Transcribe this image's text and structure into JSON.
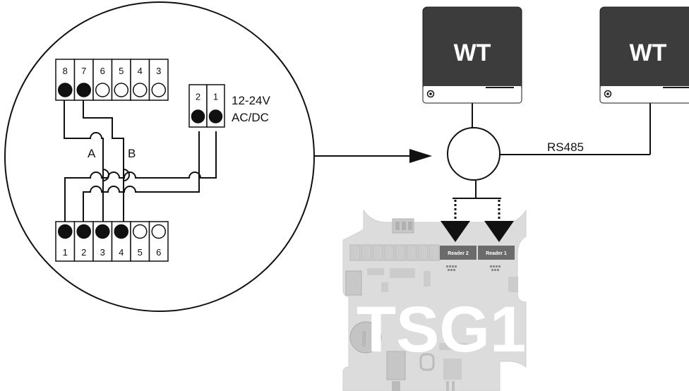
{
  "top_terminal": {
    "numbers": [
      "8",
      "7",
      "6",
      "5",
      "4",
      "3"
    ],
    "filled": [
      true,
      true,
      false,
      false,
      false,
      false
    ]
  },
  "bottom_terminal": {
    "numbers": [
      "1",
      "2",
      "3",
      "4",
      "5",
      "6"
    ],
    "filled": [
      true,
      true,
      true,
      true,
      false,
      false
    ]
  },
  "power_terminal": {
    "numbers": [
      "2",
      "1"
    ],
    "filled": [
      true,
      true
    ],
    "label_line1": "12-24V",
    "label_line2": "AC/DC"
  },
  "bus_labels": {
    "a": "A",
    "b": "B"
  },
  "rs485_label": "RS485",
  "devices": [
    {
      "label": "WT"
    },
    {
      "label": "WT"
    }
  ],
  "readers": [
    {
      "label": "Reader 2"
    },
    {
      "label": "Reader 1"
    }
  ],
  "board": {
    "title": "TSG1",
    "battery_text": "CR2032"
  },
  "colors": {
    "device_body": "#3c3c3c",
    "board_body": "#d9d9d9",
    "reader_box": "#6b6b6b",
    "line": "#111111"
  }
}
